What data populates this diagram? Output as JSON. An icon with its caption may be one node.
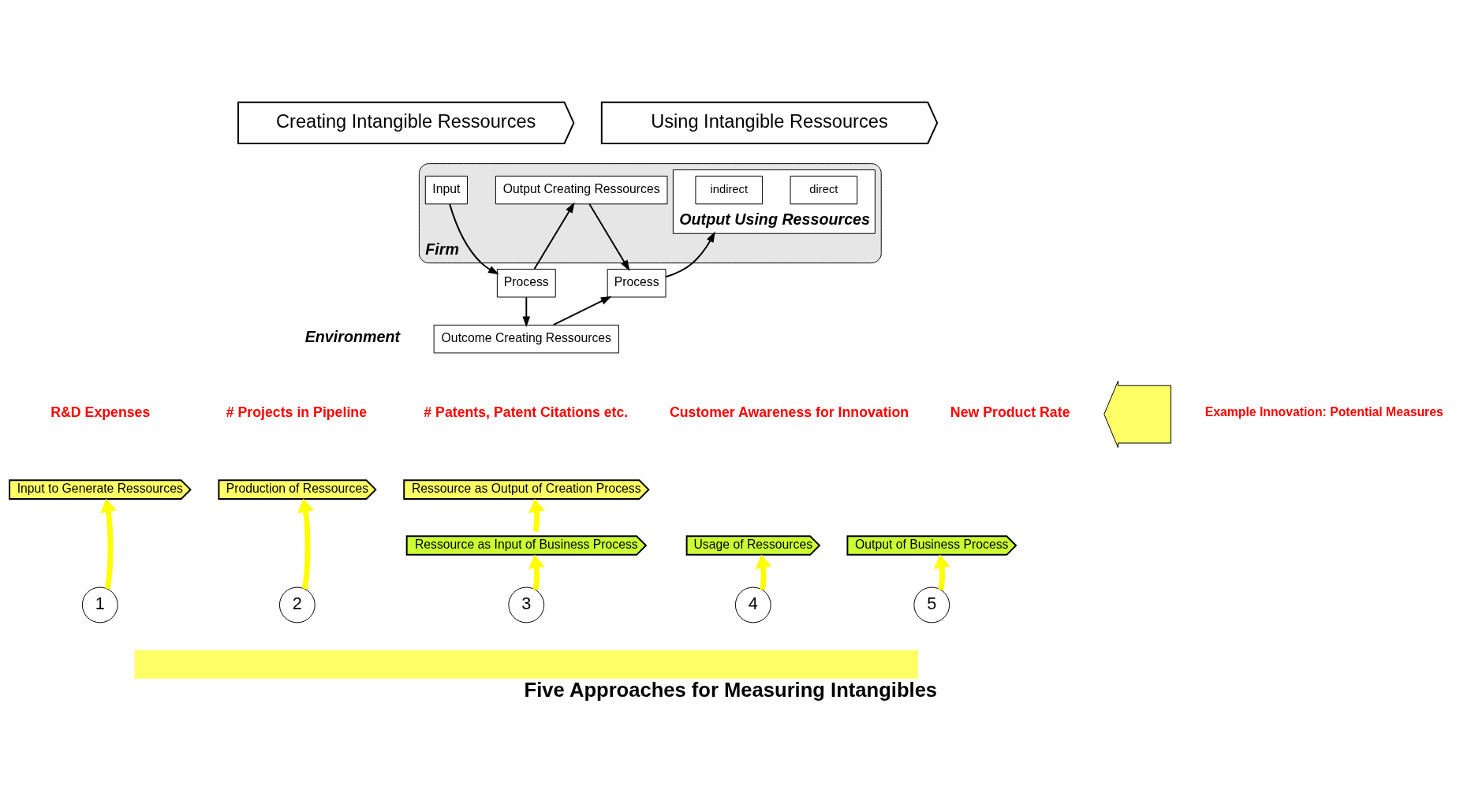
{
  "diagram": {
    "title": "Five Approaches for Measuring Intangibles",
    "nodes": [
      {
        "text": [
          "Creating Intangible Ressources"
        ]
      },
      {
        "text": [
          "Using Intangible Ressources"
        ]
      },
      {
        "text": [
          "Firm"
        ]
      },
      {
        "text": [
          "Input"
        ],
        "in": 2
      },
      {
        "text": [
          "Process"
        ]
      },
      {
        "text": [
          "Output Creating Ressources"
        ],
        "in": 2
      },
      {
        "text": [
          "Process"
        ]
      },
      {
        "text": [
          "Output Using Ressources"
        ],
        "in": 2
      },
      {
        "text": [
          "indirect"
        ],
        "in": 7
      },
      {
        "text": [
          "direct"
        ],
        "in": 7
      },
      {
        "text": [
          "Outcome Creating Ressources"
        ]
      },
      {
        "text": [],
        "shape": "arrow",
        "beside": [
          "Example Innovation: Potential Measures"
        ]
      },
      {
        "text": [
          "Input to Generate Ressources"
        ]
      },
      {
        "text": [
          "Production of Ressources"
        ]
      },
      {
        "text": [
          "Ressource as Output of Creation Process"
        ]
      },
      {
        "text": [
          "Ressource as Input of Business Process"
        ]
      },
      {
        "text": [
          "Usage of Ressources"
        ]
      },
      {
        "text": [
          "Output of Business Process"
        ]
      },
      {
        "text": [
          "1"
        ]
      },
      {
        "text": [
          "2"
        ]
      },
      {
        "text": [
          "3"
        ]
      },
      {
        "text": [
          "4"
        ]
      },
      {
        "text": [
          "5"
        ]
      },
      {
        "text": [],
        "shape": "bar"
      }
    ],
    "edges": [
      {
        "from": 3,
        "to": 4,
        "arrow": "to"
      },
      {
        "from": 4,
        "to": 5,
        "arrow": "to"
      },
      {
        "from": 5,
        "to": 6,
        "arrow": "to"
      },
      {
        "from": 4,
        "to": 10,
        "arrow": "to"
      },
      {
        "from": 10,
        "to": 6,
        "arrow": "to"
      },
      {
        "from": 6,
        "to": 7,
        "arrow": "to"
      },
      {
        "from": 18,
        "to": 12,
        "arrow": "to",
        "style": "thick",
        "color": "#ffff00"
      },
      {
        "from": 19,
        "to": 13,
        "arrow": "to",
        "style": "thick",
        "color": "#ffff00"
      },
      {
        "from": 20,
        "to": 15,
        "arrow": "to",
        "style": "thick",
        "color": "#ffff00"
      },
      {
        "from": 15,
        "to": 14,
        "arrow": "to",
        "style": "thick",
        "color": "#ffff00"
      },
      {
        "from": 21,
        "to": 16,
        "arrow": "to",
        "style": "thick",
        "color": "#ffff00"
      },
      {
        "from": 22,
        "to": 17,
        "arrow": "to",
        "style": "thick",
        "color": "#ffff00"
      }
    ],
    "labels": [
      "Environment",
      "R&D Expenses",
      "# Projects in Pipeline",
      "# Patents, Patent Citations etc.",
      "Customer Awareness for Innovation",
      "New Product Rate"
    ]
  }
}
